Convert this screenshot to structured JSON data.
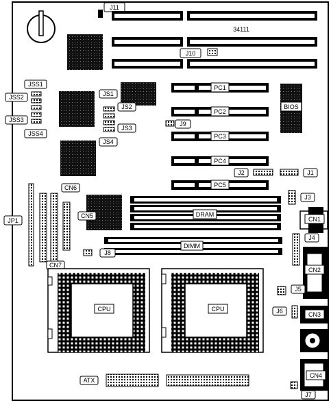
{
  "labels": {
    "j11": "J11",
    "board_id": "34111",
    "j10": "J10",
    "jss1": "JSS1",
    "jss2": "JSS2",
    "jss3": "JSS3",
    "jss4": "JSS4",
    "js1": "JS1",
    "js2": "JS2",
    "js3": "JS3",
    "js4": "JS4",
    "pc1": "PC1",
    "pc2": "PC2",
    "pc3": "PC3",
    "pc4": "PC4",
    "pc5": "PC5",
    "bios": "BIOS",
    "j9": "J9",
    "j2": "J2",
    "j1": "J1",
    "j3": "J3",
    "cn6": "CN6",
    "cn5": "CN5",
    "jp1": "JP1",
    "dram": "DRAM",
    "cn1": "CN1",
    "j4": "J4",
    "dimm": "DIMM",
    "j8": "J8",
    "cn7": "CN7",
    "cn2": "CN2",
    "j5": "J5",
    "cpu1": "CPU",
    "cpu2": "CPU",
    "j6": "J6",
    "cn3": "CN3",
    "atx": "ATX",
    "cn4": "CN4",
    "j7": "J7"
  }
}
